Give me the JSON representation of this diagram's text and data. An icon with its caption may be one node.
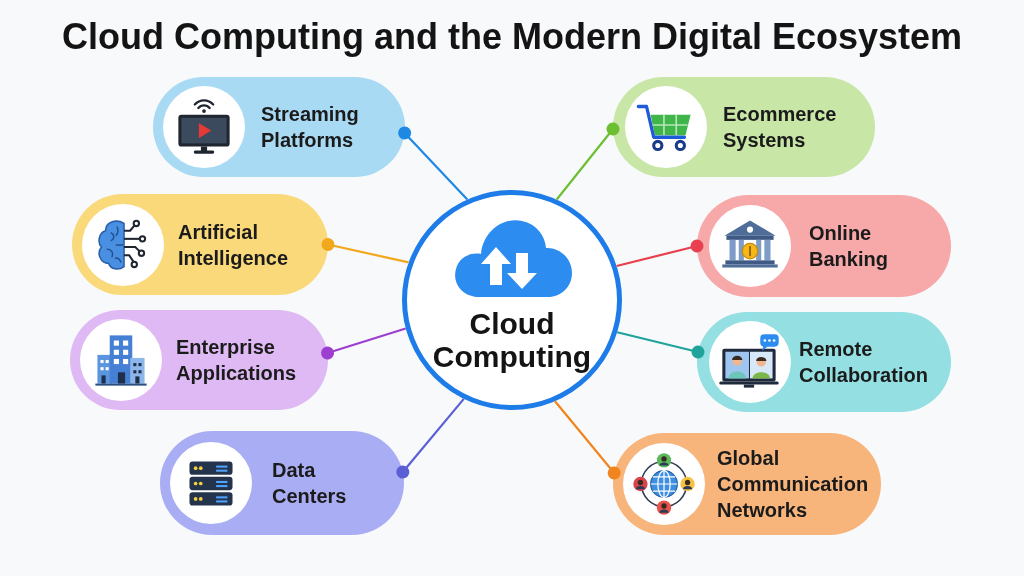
{
  "diagram": {
    "title": "Cloud Computing and the Modern Digital Ecosystem",
    "nodes": [
      {
        "text": [
          "Streaming Platforms"
        ]
      },
      {
        "text": [
          "Ecommerce Systems"
        ]
      },
      {
        "text": [
          "Artificial Intelligence"
        ]
      },
      {
        "text": [
          "Online Banking"
        ]
      },
      {
        "text": [
          "Cloud Computing"
        ]
      },
      {
        "text": [
          "Enterprise Applications"
        ]
      },
      {
        "text": [
          "Remote Collaboration"
        ]
      },
      {
        "text": [
          "Data Centers"
        ]
      },
      {
        "text": [
          "Global Communication Networks"
        ]
      }
    ],
    "edges": [
      {
        "from": 0,
        "to": 4,
        "arrow": "other",
        "color": "#1e88e5"
      },
      {
        "from": 1,
        "to": 4,
        "arrow": "other",
        "color": "#6cbf30"
      },
      {
        "from": 2,
        "to": 4,
        "arrow": "other",
        "color": "#f2a81d"
      },
      {
        "from": 3,
        "to": 4,
        "arrow": "other",
        "color": "#e8404e"
      },
      {
        "from": 5,
        "to": 4,
        "arrow": "other",
        "color": "#9c3fd0"
      },
      {
        "from": 6,
        "to": 4,
        "arrow": "other",
        "color": "#1fa39b"
      },
      {
        "from": 7,
        "to": 4,
        "arrow": "other",
        "color": "#5b5fd6"
      },
      {
        "from": 8,
        "to": 4,
        "arrow": "other",
        "color": "#f0841f"
      }
    ]
  }
}
